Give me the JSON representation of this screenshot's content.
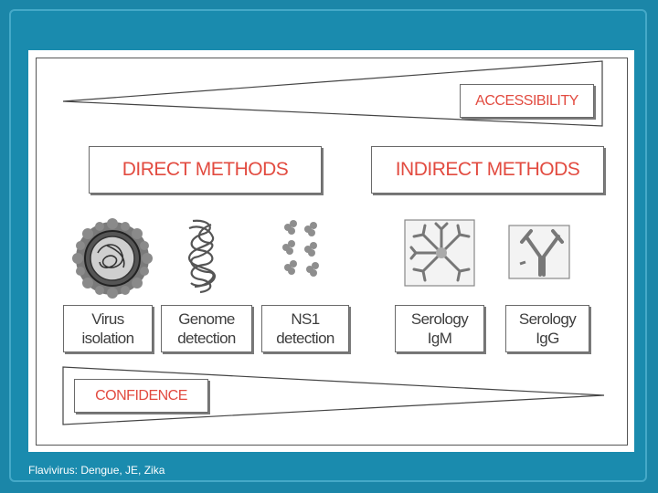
{
  "diagram": {
    "accessibility_label": "ACCESSIBILITY",
    "confidence_label": "CONFIDENCE",
    "direct_methods_label": "DIRECT METHODS",
    "indirect_methods_label": "INDIRECT METHODS",
    "methods": [
      {
        "line1": "Virus",
        "line2": "isolation",
        "icon": "virus-icon"
      },
      {
        "line1": "Genome",
        "line2": "detection",
        "icon": "genome-icon"
      },
      {
        "line1": "NS1",
        "line2": "detection",
        "icon": "ns1-protein-icon"
      },
      {
        "line1": "Serology",
        "line2": "IgM",
        "icon": "igm-antibody-icon"
      },
      {
        "line1": "Serology",
        "line2": "IgG",
        "icon": "igg-antibody-icon"
      }
    ],
    "colors": {
      "accent": "#e24b40",
      "background": "#1b86a8",
      "panel": "#ffffff"
    }
  },
  "caption": "Flavivirus: Dengue, JE, Zika"
}
